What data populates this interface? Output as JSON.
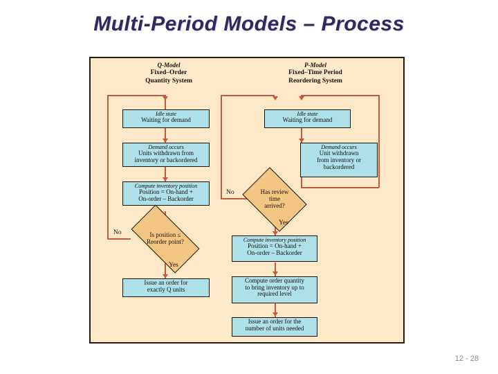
{
  "slide": {
    "title": "Multi-Period Models – Process",
    "page_number": "12 - 28",
    "title_color": "#2f2a5e",
    "frame_bg": "#fde8c8",
    "node_fill": "#ade0e8",
    "decision_fill": "#f3c783",
    "connector_color": "#c4593f"
  },
  "qmodel": {
    "caption": {
      "line1": "Q-Model",
      "line2": "Fixed–Order",
      "line3": "Quantity System"
    },
    "nodes": [
      {
        "id": "q-idle",
        "italic": "Idle state",
        "lines": [
          "Waiting for demand"
        ]
      },
      {
        "id": "q-demand",
        "italic": "Demand occurs",
        "lines": [
          "Units withdrawn from",
          "inventory or backordered"
        ]
      },
      {
        "id": "q-compute",
        "italic": "Compute inventory position",
        "lines": [
          "Position = On-hand +",
          "On-order – Backorder"
        ]
      },
      {
        "id": "q-issue",
        "italic": "",
        "lines": [
          "Issue an order for",
          "exactly Q units"
        ]
      }
    ],
    "decision": {
      "id": "q-decision",
      "line1": "Is position ≤",
      "line2": "Reorder point?",
      "no_label": "No",
      "yes_label": "Yes"
    }
  },
  "pmodel": {
    "caption": {
      "line1": "P-Model",
      "line2": "Fixed–Time Period",
      "line3": "Reordering System"
    },
    "nodes": [
      {
        "id": "p-idle",
        "italic": "Idle state",
        "lines": [
          "Waiting for demand"
        ]
      },
      {
        "id": "p-demand",
        "italic": "Demand occurs",
        "lines": [
          "Unit withdrawn",
          "from inventory or",
          "backordered"
        ]
      },
      {
        "id": "p-compute",
        "italic": "Compute inventory position",
        "lines": [
          "Position = On-hand +",
          "On-order – Backorder"
        ]
      },
      {
        "id": "p-quantity",
        "italic": "",
        "lines": [
          "Compute order quantity",
          "to bring inventory up to",
          "required level"
        ]
      },
      {
        "id": "p-issue",
        "italic": "",
        "lines": [
          "Issue an order for the",
          "number of units needed"
        ]
      }
    ],
    "decision": {
      "id": "p-decision",
      "line1": "Has review",
      "line2": "time",
      "line3": "arrived?",
      "no_label": "No",
      "yes_label": "Yes"
    }
  }
}
